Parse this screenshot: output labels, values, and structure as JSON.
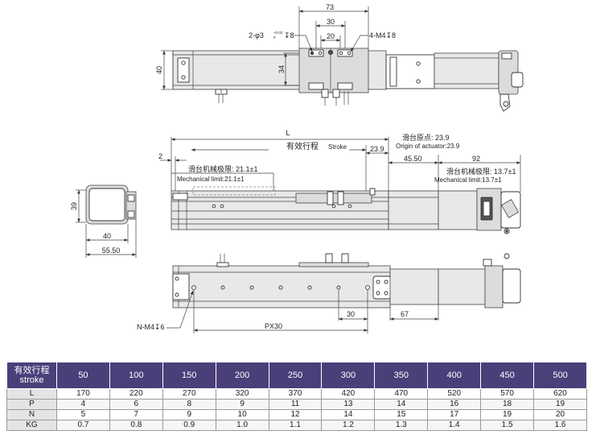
{
  "top_view": {
    "dim_73": "73",
    "dim_30": "30",
    "dim_20": "20",
    "dim_34": "34",
    "dim_40": "40",
    "hole_note_left": "2-φ3",
    "hole_tol": "+0.02",
    "hole_tol2": "0",
    "hole_depth": "↧8",
    "hole_note_right": "4-M4↧8"
  },
  "side_view": {
    "dim_L": "L",
    "stroke_cn": "有效行程",
    "stroke_en": "Stroke",
    "dim_23_9": "23.9",
    "dim_2": "2",
    "origin_cn": "滑台原点: 23.9",
    "origin_en": "Origin of actuator:23.9",
    "mech_left_cn": "滑台机械极限: 21.1±1",
    "mech_left_en": "Mechanical limit:21.1±1",
    "mech_right_cn": "滑台机械极限: 13.7±1",
    "mech_right_en": "Mechanical limit:13.7±1",
    "dim_45_50": "45.50",
    "dim_92": "92"
  },
  "end_view": {
    "dim_39": "39",
    "dim_40": "40",
    "dim_55_50": "55.50"
  },
  "bottom_view": {
    "hole_note": "N-M4↧6",
    "dim_px30": "PX30",
    "dim_30": "30",
    "dim_67": "67"
  },
  "spec_table": {
    "header": {
      "label_cn": "有效行程",
      "label_en": "stroke"
    },
    "strokes": [
      "50",
      "100",
      "150",
      "200",
      "250",
      "300",
      "350",
      "400",
      "450",
      "500"
    ],
    "rows": [
      {
        "label": "L",
        "values": [
          "170",
          "220",
          "270",
          "320",
          "370",
          "420",
          "470",
          "520",
          "570",
          "620"
        ]
      },
      {
        "label": "P",
        "values": [
          "4",
          "6",
          "8",
          "9",
          "11",
          "13",
          "14",
          "16",
          "18",
          "19"
        ]
      },
      {
        "label": "N",
        "values": [
          "5",
          "7",
          "9",
          "10",
          "12",
          "14",
          "15",
          "17",
          "19",
          "20"
        ]
      },
      {
        "label": "KG",
        "values": [
          "0.7",
          "0.8",
          "0.9",
          "1.0",
          "1.1",
          "1.2",
          "1.3",
          "1.4",
          "1.5",
          "1.6"
        ]
      }
    ]
  }
}
